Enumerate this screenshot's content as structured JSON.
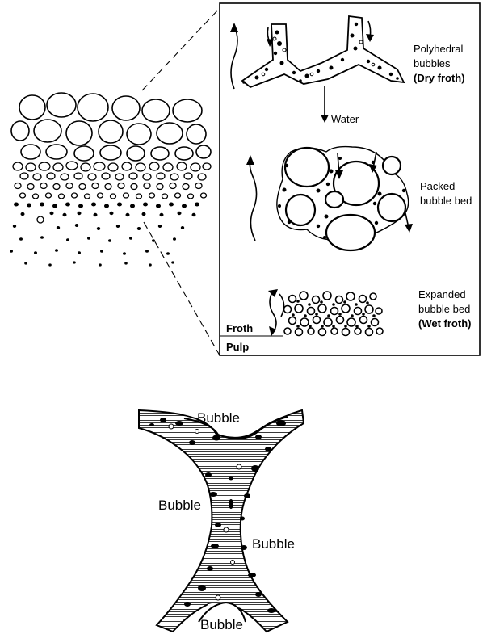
{
  "stages": [
    {
      "label_line1": "Polyhedral",
      "label_line2": "bubbles",
      "label_line3": "(Dry froth)"
    },
    {
      "label_line1": "Packed",
      "label_line2": "bubble bed"
    },
    {
      "label_line1": "Expanded",
      "label_line2": "bubble bed",
      "label_line3": "(Wet froth)"
    }
  ],
  "water_label": "Water",
  "froth_label": "Froth",
  "pulp_label": "Pulp",
  "junction_labels": [
    "Bubble",
    "Bubble",
    "Bubble",
    "Bubble"
  ]
}
